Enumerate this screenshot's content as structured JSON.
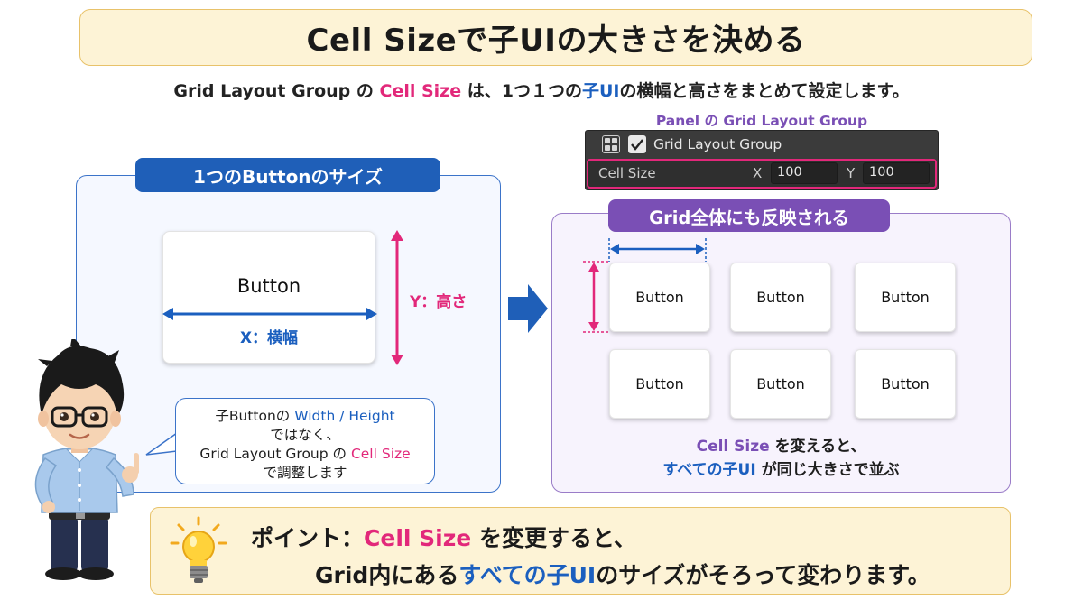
{
  "title": "Cell Sizeで子UIの大きさを決める",
  "subtitle": {
    "p1": "Grid Layout Group の ",
    "p2": "Cell Size",
    "p3": " は、1つ１つの",
    "p4": "子UI",
    "p5": "の横幅と高さをまとめて設定します。"
  },
  "left": {
    "label": "1つのButtonのサイズ",
    "button_label": "Button",
    "x_label": "X：横幅",
    "y_label": "Y：高さ",
    "note": {
      "l1a": "子Buttonの ",
      "l1b": "Width / Height",
      "l2": "ではなく、",
      "l3a": "Grid Layout Group の ",
      "l3b": "Cell Size",
      "l4": "で調整します"
    }
  },
  "inspector": {
    "caption": "Panel の Grid Layout Group",
    "component": "Grid Layout Group",
    "field_label": "Cell Size",
    "x_axis": "X",
    "x_value": "100",
    "y_axis": "Y",
    "y_value": "100"
  },
  "right": {
    "label": "Grid全体にも反映される",
    "buttons": [
      "Button",
      "Button",
      "Button",
      "Button",
      "Button",
      "Button"
    ],
    "note1a": "Cell Size",
    "note1b": " を変えると、",
    "note2a": "すべての子UI",
    "note2b": " が同じ大きさで並ぶ"
  },
  "point": {
    "l1a": "ポイント：",
    "l1b": "Cell Size",
    "l1c": " を変更すると、",
    "l2a": "Grid内にある",
    "l2b": "すべての子UI",
    "l2c": "のサイズがそろって変わります。"
  },
  "colors": {
    "pink": "#e2287a",
    "blue": "#1b5fbf",
    "purple": "#7a4fb5",
    "cream": "#fdf3d6"
  }
}
